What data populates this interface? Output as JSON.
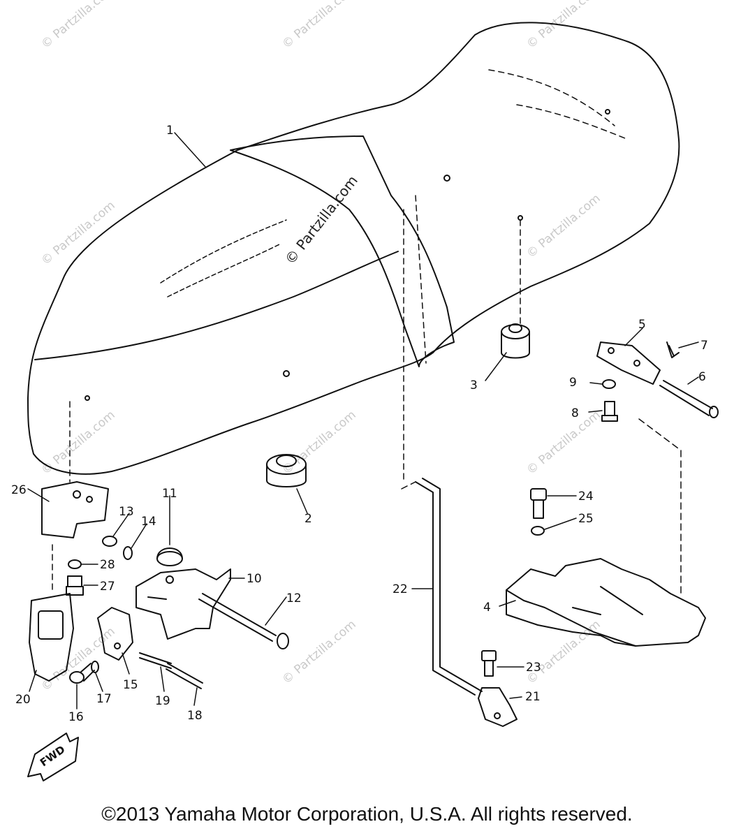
{
  "watermark_center": "© Partzilla.com",
  "watermark_tile": "© Partzilla.com",
  "fwd_label": "FWD",
  "copyright": "©2013 Yamaha Motor Corporation, U.S.A. All rights reserved.",
  "callouts": [
    {
      "id": "1",
      "text": "1"
    },
    {
      "id": "2",
      "text": "2"
    },
    {
      "id": "3",
      "text": "3"
    },
    {
      "id": "4",
      "text": "4"
    },
    {
      "id": "5",
      "text": "5"
    },
    {
      "id": "6",
      "text": "6"
    },
    {
      "id": "7",
      "text": "7"
    },
    {
      "id": "8",
      "text": "8"
    },
    {
      "id": "9",
      "text": "9"
    },
    {
      "id": "10",
      "text": "10"
    },
    {
      "id": "11",
      "text": "11"
    },
    {
      "id": "12",
      "text": "12"
    },
    {
      "id": "13",
      "text": "13"
    },
    {
      "id": "14",
      "text": "14"
    },
    {
      "id": "15",
      "text": "15"
    },
    {
      "id": "16",
      "text": "16"
    },
    {
      "id": "17",
      "text": "17"
    },
    {
      "id": "18",
      "text": "18"
    },
    {
      "id": "19",
      "text": "19"
    },
    {
      "id": "20",
      "text": "20"
    },
    {
      "id": "21",
      "text": "21"
    },
    {
      "id": "22",
      "text": "22"
    },
    {
      "id": "23",
      "text": "23"
    },
    {
      "id": "24",
      "text": "24"
    },
    {
      "id": "25",
      "text": "25"
    },
    {
      "id": "26",
      "text": "26"
    },
    {
      "id": "27",
      "text": "27"
    },
    {
      "id": "28",
      "text": "28"
    }
  ]
}
